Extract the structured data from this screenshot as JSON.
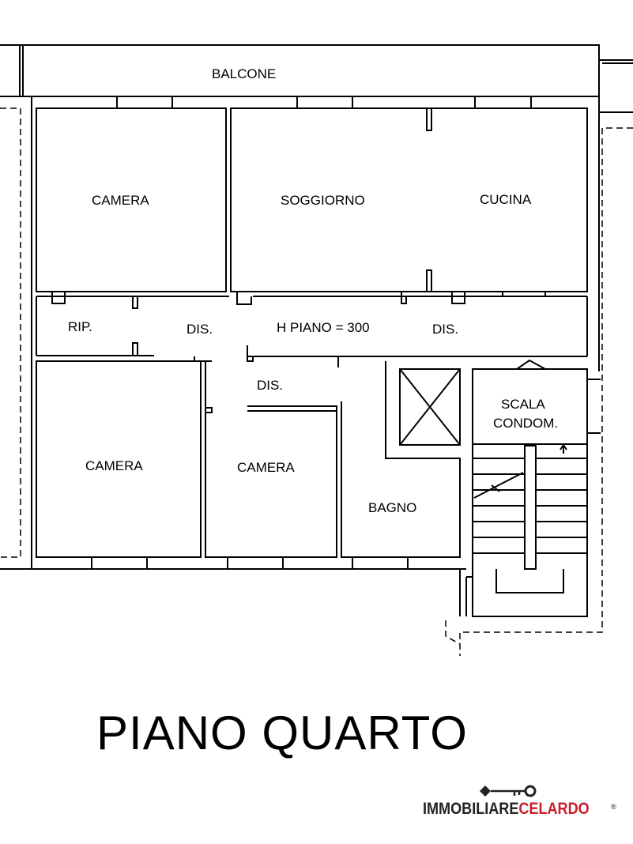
{
  "rooms": {
    "balcone": "BALCONE",
    "camera_1": "CAMERA",
    "soggiorno": "SOGGIORNO",
    "cucina": "CUCINA",
    "rip": "RIP.",
    "dis_1": "DIS.",
    "h_piano": "H PIANO = 300",
    "dis_2": "DIS.",
    "dis_3": "DIS.",
    "scala_line1": "SCALA",
    "scala_line2": "CONDOM.",
    "camera_2": "CAMERA",
    "camera_3": "CAMERA",
    "bagno": "BAGNO"
  },
  "title": "PIANO QUARTO",
  "logo": {
    "part1": "IMMOBILIARE",
    "part2": "CELARDO",
    "registered": "®",
    "brand_dark": "#222222",
    "brand_red": "#c8202c"
  }
}
